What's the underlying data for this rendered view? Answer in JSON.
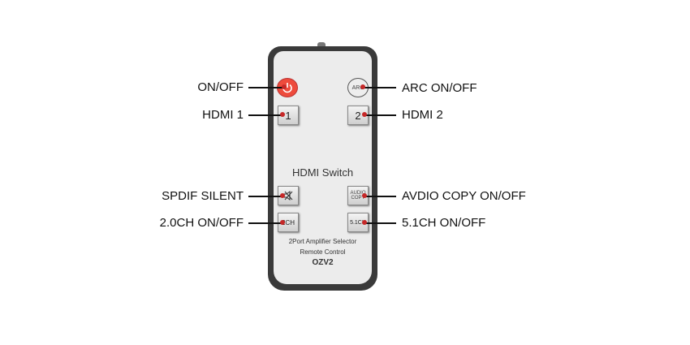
{
  "remote": {
    "title": "HDMI Switch",
    "subtitle_line1": "2Port Amplifier Selector",
    "subtitle_line2": "Remote Control",
    "model": "OZV2",
    "buttons": {
      "hdmi1": "1",
      "hdmi2": "2",
      "arc": "ARC",
      "audio_copy": "AUDIO COPY",
      "ch2": "2CH",
      "ch51": "5.1CH"
    }
  },
  "callouts": {
    "power": "ON/OFF",
    "arc": "ARC ON/OFF",
    "hdmi1": "HDMI 1",
    "hdmi2": "HDMI 2",
    "spdif": "SPDIF SILENT",
    "audio_copy": "AVDIO COPY ON/OFF",
    "ch2": "2.0CH ON/OFF",
    "ch51": "5.1CH ON/OFF"
  },
  "colors": {
    "power": "#ee4b3c",
    "dot": "#c62828"
  }
}
